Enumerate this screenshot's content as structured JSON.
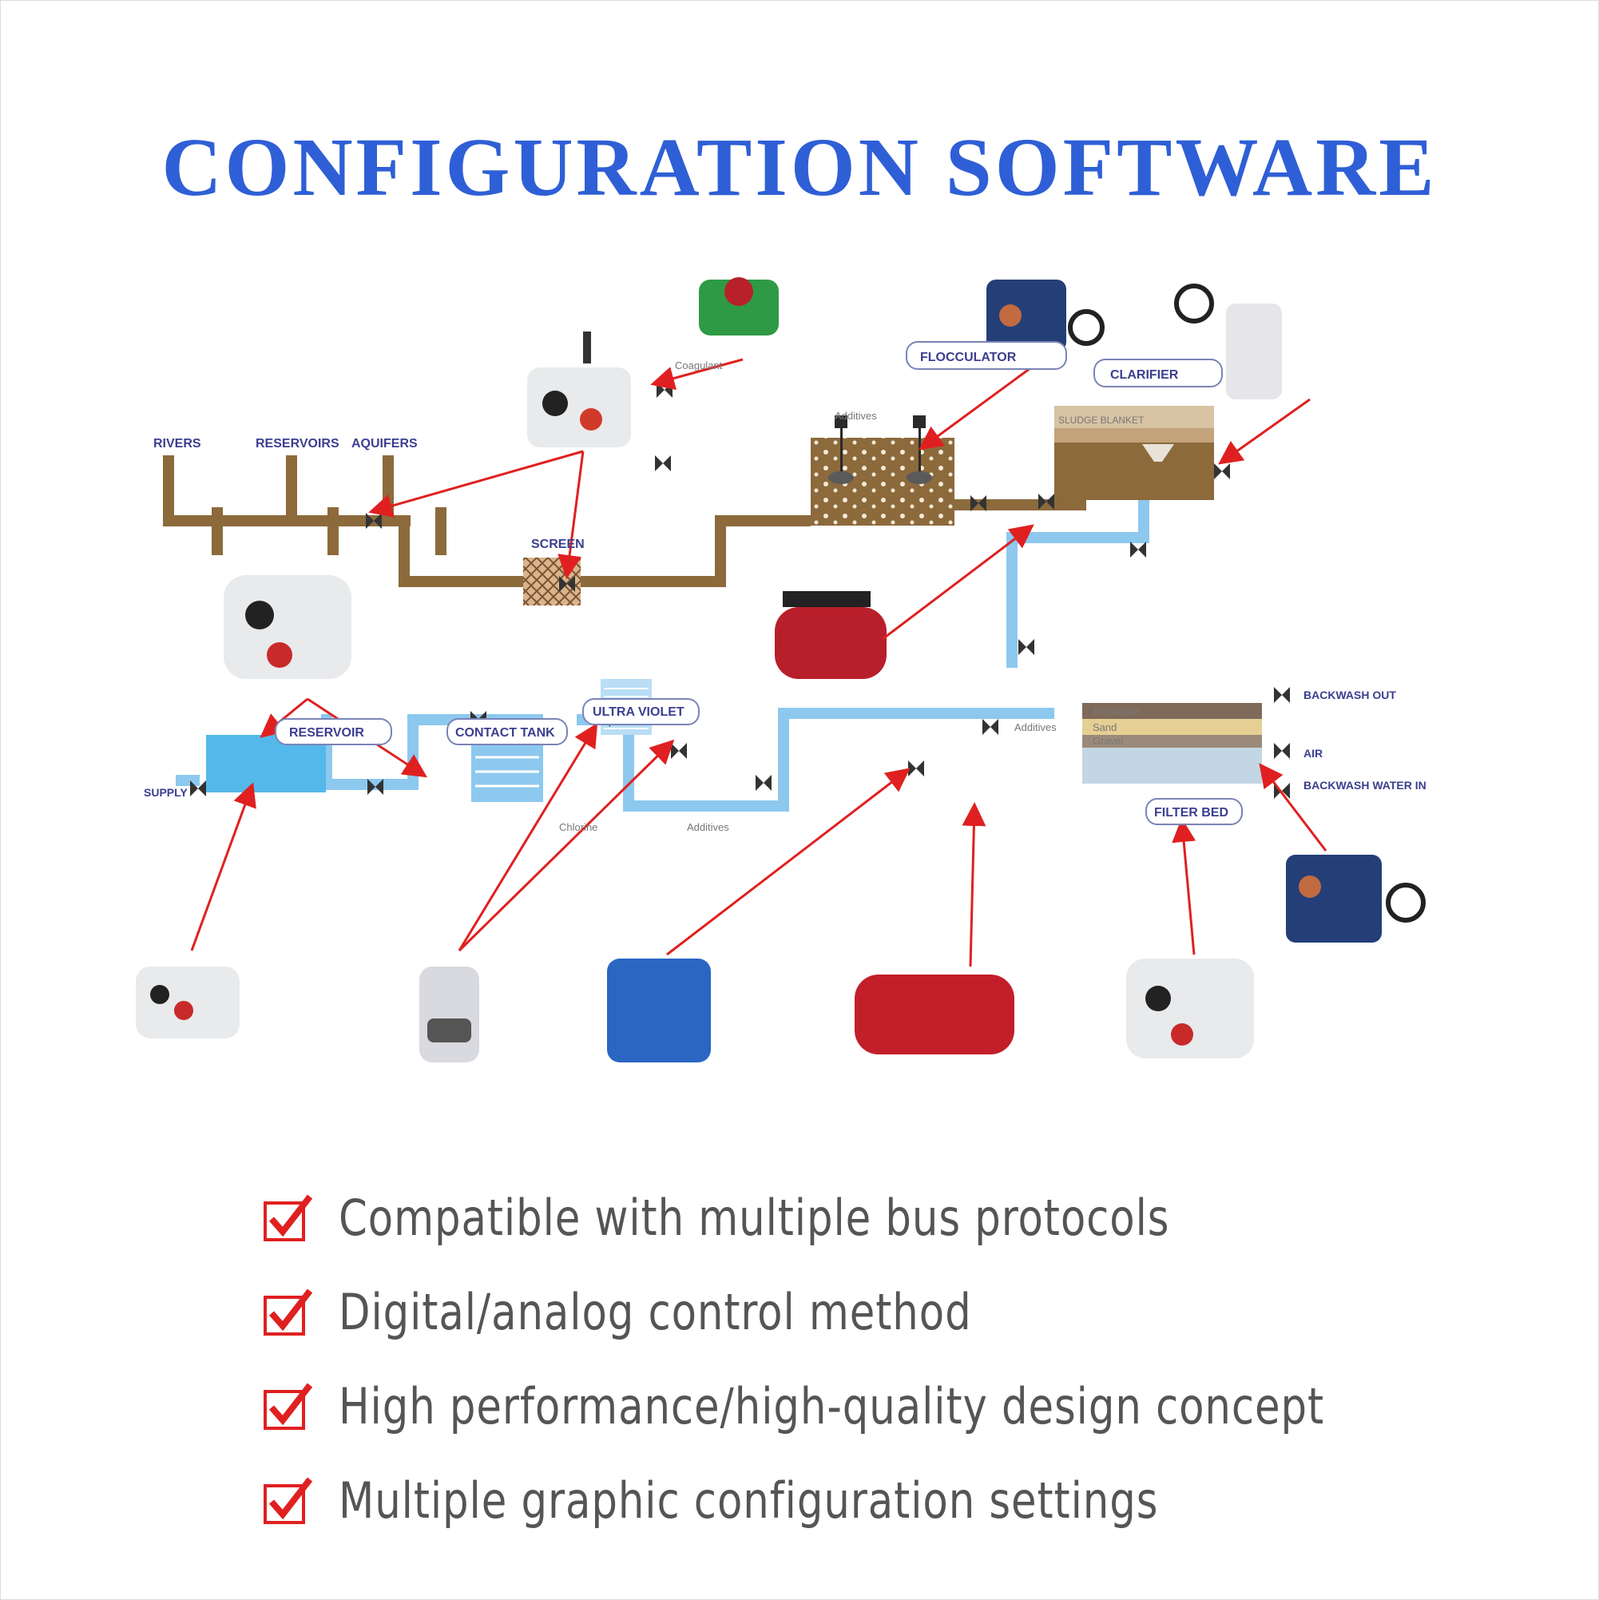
{
  "title": "CONFIGURATION SOFTWARE",
  "diagram": {
    "sources": [
      "RIVERS",
      "RESERVOIRS",
      "AQUIFERS"
    ],
    "screen": "SCREEN",
    "coagulant": "Coagulant",
    "flocculator": "FLOCCULATOR",
    "additives": "Additives",
    "clarifier": "CLARIFIER",
    "sludge_blanket": "SLUDGE BLANKET",
    "backwash_out": "BACKWASH OUT",
    "air": "AIR",
    "backwash_water_in": "BACKWASH WATER IN",
    "filter_layers": [
      "Anthracite",
      "Sand",
      "Gravel"
    ],
    "filter_bed": "FILTER BED",
    "reservoir": "RESERVOIR",
    "contact_tank": "CONTACT TANK",
    "ultra_violet": "ULTRA VIOLET",
    "chlorine": "Chlorine",
    "supply": "SUPPLY"
  },
  "features": [
    "Compatible with multiple bus protocols",
    "Digital/analog control method",
    "High performance/high-quality design concept",
    "Multiple graphic configuration settings"
  ],
  "colors": {
    "title": "#2f5fd6",
    "raw_pipe": "#8c6a3c",
    "clean_pipe": "#8dc8ee",
    "arrow": "#e02020",
    "feature_text": "#555555"
  }
}
